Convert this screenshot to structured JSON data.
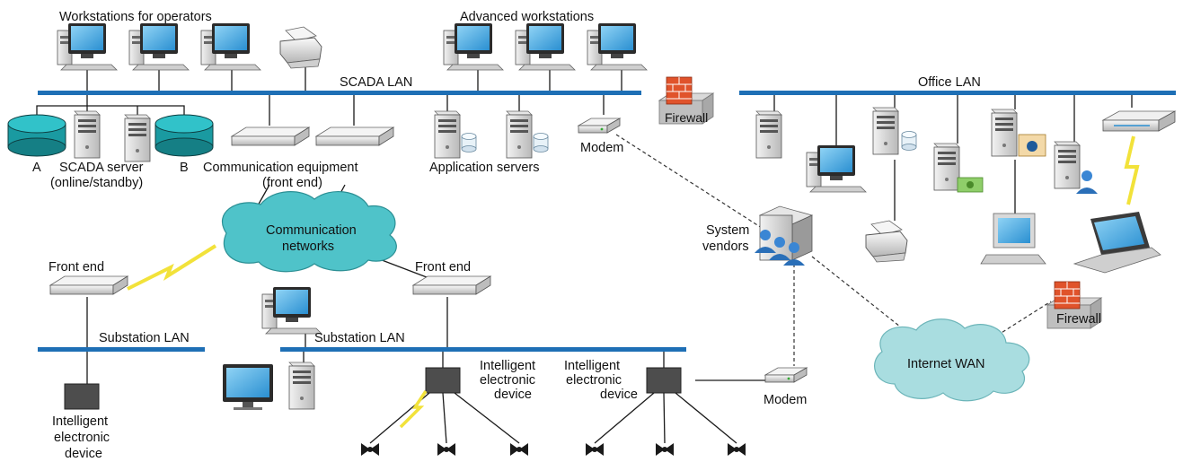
{
  "labels": {
    "workstations_operators": "Workstations for operators",
    "advanced_workstations": "Advanced workstations",
    "scada_lan": "SCADA LAN",
    "office_lan": "Office LAN",
    "firewall_top": "Firewall",
    "disk_a": "A",
    "scada_server": "SCADA server",
    "disk_b": "B",
    "online_standby": "(online/standby)",
    "comm_equipment": "Communication equipment",
    "front_end_paren": "(front end)",
    "application_servers": "Application servers",
    "modem_top": "Modem",
    "comm_networks_1": "Communication",
    "comm_networks_2": "networks",
    "system_vendors_1": "System",
    "system_vendors_2": "vendors",
    "front_end_left": "Front end",
    "front_end_right": "Front end",
    "substation_lan_left": "Substation LAN",
    "substation_lan_right": "Substation LAN",
    "ied_left_1": "Intelligent",
    "ied_left_2": "electronic",
    "ied_left_3": "device",
    "ied_mid_1": "Intelligent",
    "ied_mid_2": "electronic",
    "ied_mid_3": "device",
    "ied_right_1": "Intelligent",
    "ied_right_2": "electronic",
    "ied_right_3": "device",
    "modem_bottom": "Modem",
    "firewall_bottom": "Firewall",
    "internet_wan": "Internet WAN"
  },
  "colors": {
    "bus": "#1e6fb5",
    "disk": "#1ea1a8",
    "cloud_comm": "#4fc3c9",
    "cloud_internet": "#a9dde0",
    "firewall": "#e0532b",
    "ied": "#4d4d4d",
    "lightning": "#f2e23a"
  },
  "icons": [
    "desktop-pc-icon",
    "printer-icon",
    "server-tower-icon",
    "disk-storage-icon",
    "network-switch-icon",
    "modem-icon",
    "firewall-icon",
    "cloud-icon",
    "lightning-icon",
    "laptop-icon",
    "user-group-icon",
    "sensor-icon"
  ]
}
